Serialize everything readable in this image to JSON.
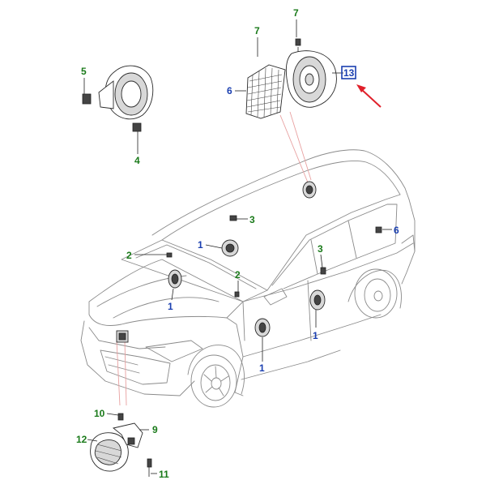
{
  "callouts": [
    {
      "text": "7",
      "color": "green"
    },
    {
      "text": "7",
      "color": "green"
    },
    {
      "text": "13",
      "color": "blue",
      "boxed": true
    },
    {
      "text": "6",
      "color": "blue"
    },
    {
      "text": "5",
      "color": "green"
    },
    {
      "text": "4",
      "color": "green"
    },
    {
      "text": "3",
      "color": "green"
    },
    {
      "text": "1",
      "color": "blue"
    },
    {
      "text": "2",
      "color": "green"
    },
    {
      "text": "1",
      "color": "blue"
    },
    {
      "text": "2",
      "color": "green"
    },
    {
      "text": "3",
      "color": "green"
    },
    {
      "text": "6",
      "color": "blue"
    },
    {
      "text": "1",
      "color": "blue"
    },
    {
      "text": "1",
      "color": "blue"
    },
    {
      "text": "10",
      "color": "green"
    },
    {
      "text": "9",
      "color": "green"
    },
    {
      "text": "12",
      "color": "green"
    },
    {
      "text": "11",
      "color": "green"
    }
  ],
  "colors": {
    "green_callout": "#1a7a1a",
    "blue_callout": "#1a3fb0",
    "highlight_box": "#1a3fb0",
    "pointer_arrow": "#e0202a",
    "leader_pink": "#e8a0a0"
  }
}
